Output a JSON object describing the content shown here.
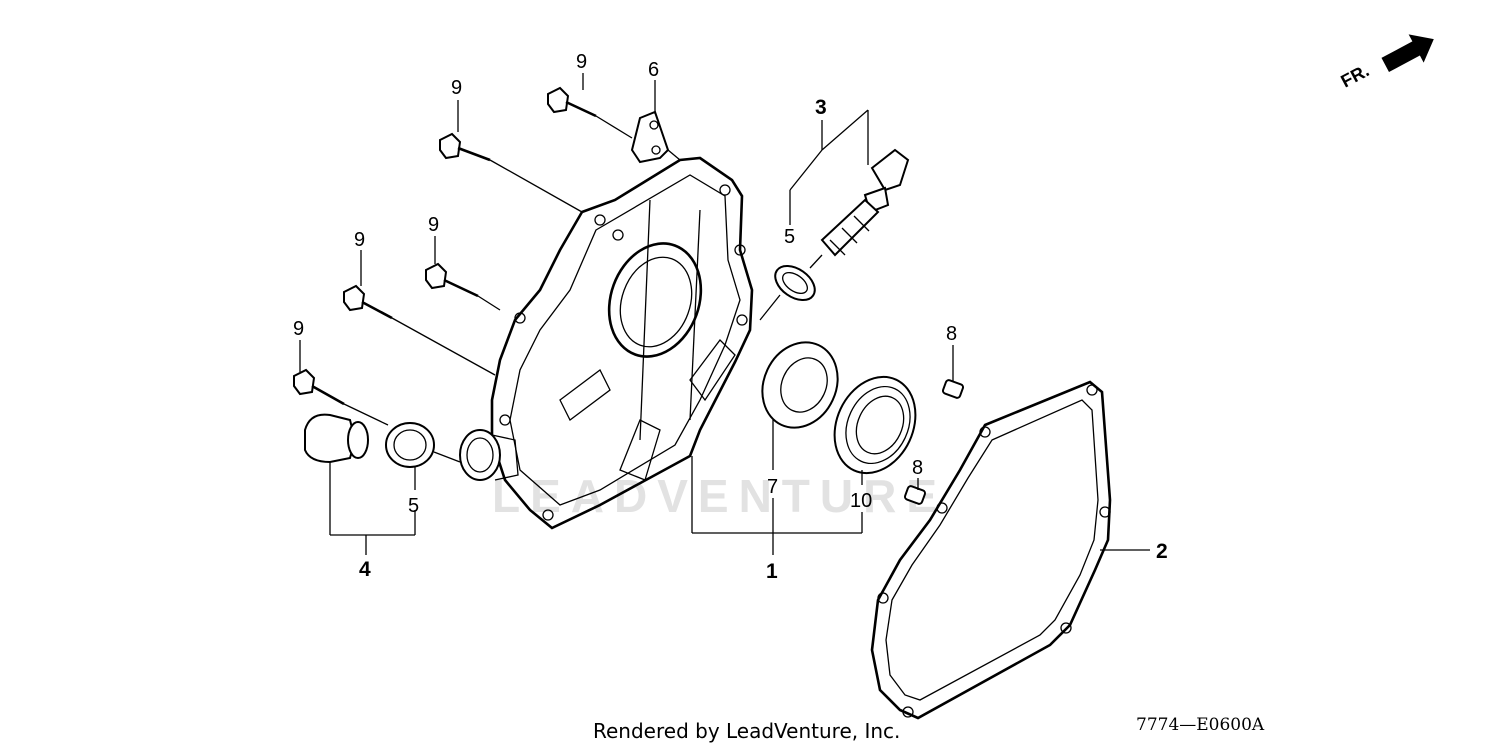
{
  "diagram": {
    "drawing_code": "7774—E0600A",
    "footer_text": "Rendered by LeadVenture, Inc.",
    "watermark": "LEADVENTURE",
    "direction_label": "FR.",
    "callouts": {
      "c1": "1",
      "c2": "2",
      "c3": "3",
      "c4": "4",
      "c5a": "5",
      "c5b": "5",
      "c6": "6",
      "c7": "7",
      "c8a": "8",
      "c8b": "8",
      "c9a": "9",
      "c9b": "9",
      "c9c": "9",
      "c9d": "9",
      "c9e": "9",
      "c10": "10"
    }
  }
}
